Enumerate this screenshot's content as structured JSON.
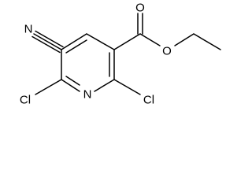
{
  "molecule": {
    "atoms": {
      "nitrile_N": "N",
      "ring_N": "N",
      "carbonyl_O": "O",
      "ester_O": "O",
      "chlorine_left": "Cl",
      "chlorine_right": "Cl"
    }
  }
}
